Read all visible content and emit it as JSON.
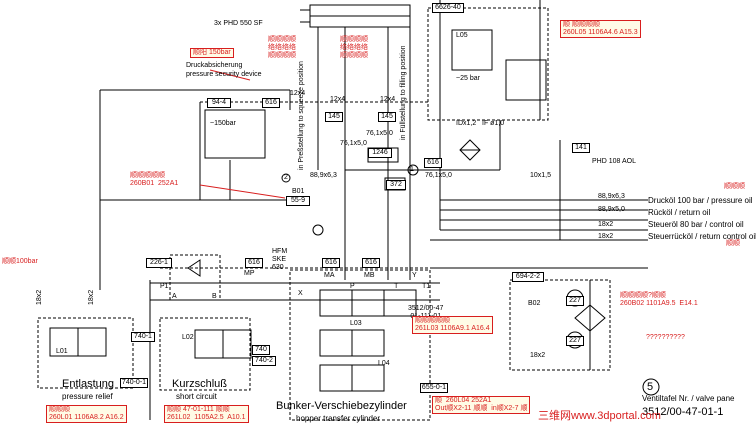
{
  "cylinder_top": {
    "model": "3x PHD 550 SF"
  },
  "pressure_device": {
    "tag_red": "顺阳 150bar",
    "label_de": "Druckabsicherung",
    "label_en": "pressure security device"
  },
  "red_chars_left": "顺顺顺顺\n络络络络\n顺顺顺顺",
  "red_chars_right": "顺顺顺顺\n络络络络\n顺顺顺顺",
  "vertical_labels": {
    "squeeze": "in Preßstellung to squeeze position",
    "filling": "in Füllstellung to filling position"
  },
  "components": {
    "c94_4": "94-4",
    "c616_a": "616",
    "c145_a": "145",
    "c145_b": "145",
    "c6626_40": "6626-40",
    "c1246": "1246",
    "c372": "372",
    "c616_b": "616",
    "c141": "141",
    "c226_1": "226-1",
    "c616_c": "616",
    "c616_d": "616",
    "c616_e": "616",
    "c740_1": "740-1",
    "c740_0_1": "740-0-1",
    "c740": "740",
    "c740_2": "740-2",
    "c655_0_1": "655-0-1",
    "c694_2_2": "694-2-2",
    "c227_a": "227",
    "c227_b": "227",
    "c3512_00_47": "3512/00-47\n-01-111-01",
    "c55_9": "55-9",
    "cB01": "B01"
  },
  "pipe_labels": {
    "p12x4_a": "12x4",
    "p12x4_b": "12x4",
    "p12x4_c": "12x4",
    "p76_1": "76,1x5,0",
    "p76_2": "76,1x5,0",
    "p76_3": "76,1x5,0",
    "p88_9_a": "88,9x6,3",
    "p88_9_b": "88,9x6,3",
    "p88_9_c": "88,9x5,0",
    "p10x1_5": "10x1,5",
    "p18x2_a": "18x2",
    "p18x2_b": "18x2",
    "p18x2_c": "18x2",
    "p18x2_d": "18x2",
    "p18x2_e": "18x2",
    "p150bar": "~150bar",
    "p25bar": "~25 bar",
    "pPHD": "PHD 108 AOL"
  },
  "oil_lines": [
    "Drucköl 100 bar / pressure oil",
    "Rücköl / return oil",
    "Steueröl 80 bar / control oil",
    "Steuerrücköl / return control oil"
  ],
  "red_tags": {
    "t1": "顺 顺顺顺顺\n260L05 1106A4.6 A15.3",
    "t2": "顺顺顺顺顺\n260B01  252A1",
    "t3": "顺顺顺顺顺\n261L03 1106A9.1 A16.4",
    "t4": "顺顺顺顺?顺顺\n260B02 1101A9.5  E14.1",
    "t5": "顺顺顺\n260L01 1106A8.2 A16.2",
    "t6": "顺顺 47-01-111 顺顺\n261L02  1105A2.5  A10.1",
    "t7": "顺  260L04 252A1\nOut顺X2-11 顺顺  in顺X2-7 顺",
    "t8": "??????????",
    "left_red": "顺顺100bar",
    "right_red_a": "顺顺顺",
    "right_red_b": "顺顺"
  },
  "valve_ports": {
    "P": "P",
    "T": "T",
    "A": "A",
    "B": "B",
    "X": "X",
    "Y": "Y",
    "MP": "MP",
    "MA": "MA",
    "MB": "MB",
    "HFM": "HFM",
    "SKE": "SKE",
    "630": "630",
    "L01": "L01",
    "L02": "L02",
    "L03": "L03",
    "L04": "L04",
    "L05": "L05",
    "B02": "B02",
    "P1": "P1",
    "T1": "T1"
  },
  "bottom_labels": {
    "entlastung_de": "Entlastung",
    "entlastung_en": "pressure relief",
    "kurzschluss_de": "Kurzschluß",
    "kurzschluss_en": "short circuit",
    "bunker_de": "Bunker-Verschiebezylinder",
    "bunker_en": "hopper transfer cylinder",
    "ventil_de": "Ventiltafel Nr. / valve pane",
    "ventil_no": "3512/00-47-01-1"
  },
  "misc": {
    "circle5": "5",
    "circle1": "1",
    "circle2": "2",
    "d_label": "IDx1,2",
    "f_label": "IF ø1,0",
    "watermark": "三维网www.3dportal.com"
  }
}
